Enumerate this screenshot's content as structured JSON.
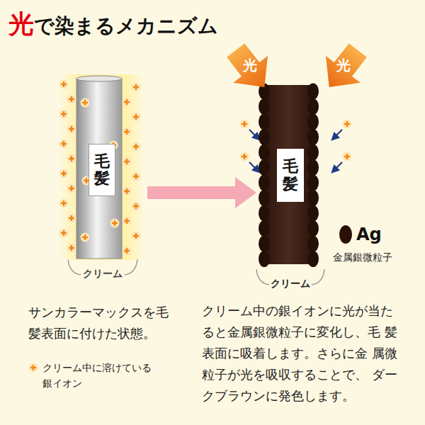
{
  "diagram": {
    "title": "光で染まるメカニズム",
    "nodes": [
      {
        "text": [
          "毛髪"
        ]
      },
      {
        "text": [
          "毛髪"
        ]
      },
      {
        "text": [
          "光"
        ]
      },
      {
        "text": [
          "光"
        ]
      }
    ],
    "edges": [
      {
        "from": 0,
        "to": 1,
        "arrow": "to"
      }
    ],
    "labels": [
      "クリーム",
      "クリーム",
      "Ag",
      "金属銀微粒子",
      "サンカラーマックスを毛 髪表面に付けた状態。",
      "クリーム中の銀イオンに光が当た ると金属銀微粒子に変化し、毛 髪表面に吸着します。さらに金 属微粒子が光を吸収することで、 ダークブラウンに発色します。"
    ],
    "legend": [
      {
        "text": "クリーム中に溶けている 銀イオン"
      }
    ]
  }
}
